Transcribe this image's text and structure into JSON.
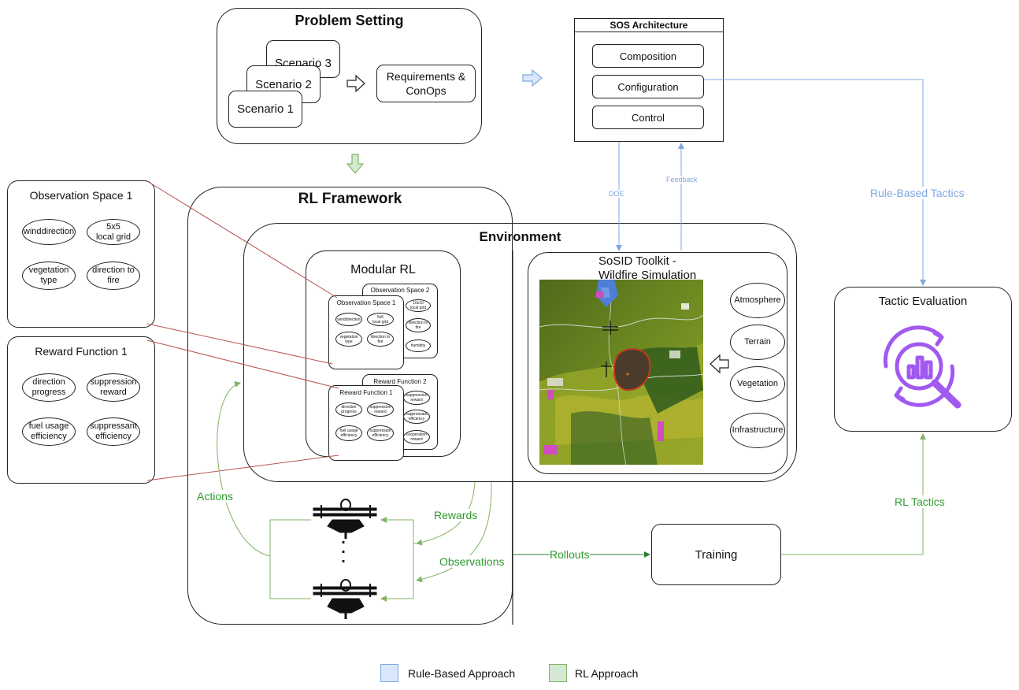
{
  "problem_setting": {
    "title": "Problem Setting",
    "scenarios": [
      "Scenario 3",
      "Scenario 2",
      "Scenario 1"
    ],
    "requirements": "Requirements &\nConOps"
  },
  "sos_architecture": {
    "title": "SOS Architecture",
    "items": [
      "Composition",
      "Configuration",
      "Control"
    ],
    "doe_label": "DOE",
    "feedback_label": "Feedback"
  },
  "observation_space": {
    "title": "Observation Space 1",
    "items": [
      "winddirection",
      "5x5\nlocal grid",
      "vegetation\ntype",
      "direction to\nfire"
    ]
  },
  "reward_function": {
    "title": "Reward Function 1",
    "items": [
      "direction\nprogress",
      "suppression\nreward",
      "fuel usage\nefficiency",
      "suppressant\nefficiency"
    ]
  },
  "rl_framework": {
    "title": "RL Framework",
    "environment_title": "Environment",
    "modular_rl": {
      "title": "Modular RL",
      "obs2_title": "Observation Space 2",
      "obs2_items": [
        "10x10\nlocal grid",
        "direction to\nfire",
        "humidity"
      ],
      "obs1_title": "Observation Space 1",
      "obs1_items": [
        "winddirection",
        "5x5\nlocal grid",
        "vegetation\ntype",
        "direction to\nfire"
      ],
      "rew2_title": "Reward Function 2",
      "rew2_items": [
        "suppression\nreward",
        "suppressant\nefficiency",
        "cooperation\nreward"
      ],
      "rew1_title": "Reward Function 1",
      "rew1_items": [
        "direction\nprogress",
        "suppression\nreward",
        "fuel usage\nefficiency",
        "suppressant\nefficiency"
      ]
    },
    "toolkit": {
      "title": "SoSID Toolkit -\nWildfire Simulation",
      "layers": [
        "Atmosphere",
        "Terrain",
        "Vegetation",
        "Infrastructure"
      ]
    },
    "actions_label": "Actions",
    "rewards_label": "Rewards",
    "observations_label": "Observations",
    "ellipsis": ".\n.\n."
  },
  "rollouts_label": "Rollouts",
  "training_label": "Training",
  "rl_tactics_label": "RL Tactics",
  "rule_based_tactics_label": "Rule-Based Tactics",
  "tactic_evaluation": {
    "title": "Tactic Evaluation",
    "icon": "magnifier-chart-icon"
  },
  "legend": [
    {
      "label": "Rule-Based Approach",
      "color": "#dae8fc"
    },
    {
      "label": "RL Approach",
      "color": "#d5e8d4"
    }
  ],
  "colors": {
    "rule_based_line": "#7fa7e0",
    "rl_line": "#82b366",
    "rl_text": "#2e9a2e",
    "red_line": "#b85450",
    "icon_purple": "#a259f0"
  }
}
